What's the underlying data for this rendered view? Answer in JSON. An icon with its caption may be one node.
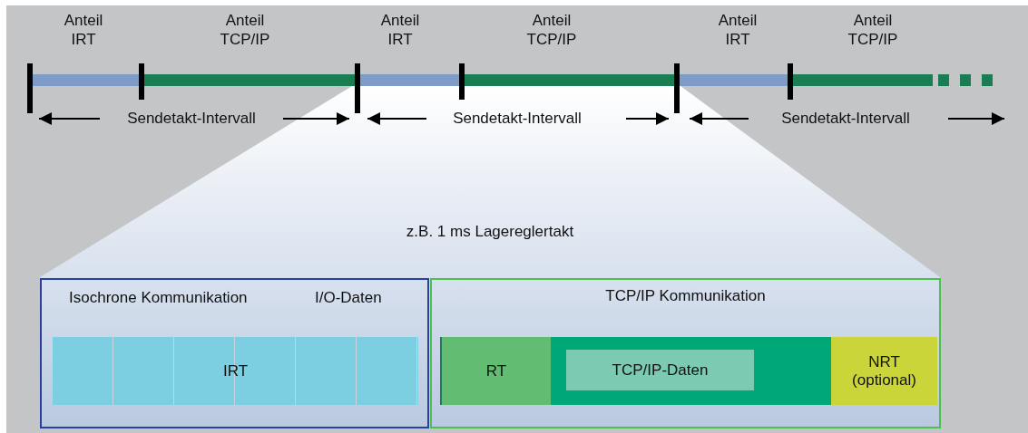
{
  "diagram": {
    "nodes": [
      {
        "text": [
          "Isochrone Kommunikation",
          "I/O-Daten"
        ]
      },
      {
        "text": [
          "IRT"
        ],
        "in": 0
      },
      {
        "text": [
          "TCP/IP Kommunikation"
        ]
      },
      {
        "text": [
          "RT"
        ],
        "in": 2
      },
      {
        "text": [],
        "shape": "box",
        "in": 2
      },
      {
        "text": [
          "TCP/IP-Daten"
        ],
        "in": 4
      },
      {
        "text": [
          "NRT (optional)"
        ],
        "in": 2
      }
    ],
    "edges": [],
    "labels": [
      "Anteil IRT",
      "Anteil TCP/IP",
      "Anteil IRT",
      "Anteil TCP/IP",
      "Anteil IRT",
      "Anteil TCP/IP",
      "Sendetakt-Intervall",
      "Sendetakt-Intervall",
      "Sendetakt-Intervall",
      "z.B. 1 ms Lagereglertakt"
    ]
  }
}
